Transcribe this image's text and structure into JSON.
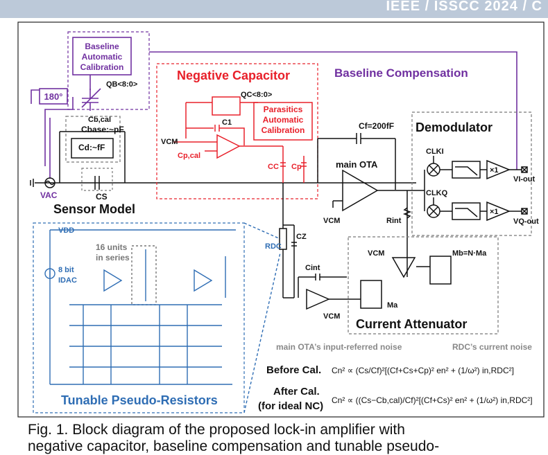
{
  "header": {
    "text": "IEEE / ISSCC 2024 / C"
  },
  "labels": {
    "baseline_cal": [
      "Baseline",
      "Automatic",
      "Calibration"
    ],
    "qb": "QB<8:0>",
    "cbcal": "Cb,cal",
    "phase": "180°",
    "neg_cap_title": "Negative Capacitor",
    "baseline_comp": "Baseline Compensation",
    "qc": "QC<8:0>",
    "c1": "C1",
    "parasitics_cal": [
      "Parasitics",
      "Automatic",
      "Calibration"
    ],
    "vcm": "VCM",
    "cpcal": "Cp,cal",
    "cc": "CC",
    "cp": "Cp",
    "cf": "Cf=200fF",
    "main_ota": "main OTA",
    "demodulator": "Demodulator",
    "clki": "CLKI",
    "clkq": "CLKQ",
    "x1": "×1",
    "vi_out": "VI-out",
    "vq_out": "VQ-out",
    "cbase": "Cbase:~pF",
    "cd": "Cd:~fF",
    "vac": "VAC",
    "cs": "CS",
    "sensor_model": "Sensor Model",
    "rint": "Rint",
    "vdd": "VDD",
    "units": [
      "16 units",
      "in series"
    ],
    "idac": [
      "8 bit",
      "IDAC"
    ],
    "rdc": "RDC",
    "cz": "CZ",
    "cint": "Cint",
    "mb": "Mb=N·Ma",
    "ma": "Ma",
    "current_attenuator": "Current Attenuator",
    "tunable": "Tunable Pseudo-Resistors",
    "noise_left": "main OTA’s input-referred noise",
    "noise_right": "RDC’s current noise",
    "before_cal": "Before Cal.",
    "after_cal": [
      "After Cal.",
      "(for ideal NC)"
    ],
    "eq_before": "Cn² ∝ (Cs/Cf)²[(Cf+Cs+Cp)² en² + (1/ω²) in,RDC²]",
    "eq_after": "Cn² ∝ ((Cs−Cb,cal)/Cf)²[(Cf+Cs)² en² + (1/ω²) in,RDC²]"
  },
  "caption": {
    "line1": "Fig. 1. Block diagram of the proposed lock-in amplifier with",
    "line2": "negative capacitor, baseline compensation and tunable pseudo-"
  },
  "colors": {
    "purple": "#7030a0",
    "red": "#e8202a",
    "blue": "#2e6db4",
    "black": "#111111",
    "gray": "#777777"
  }
}
